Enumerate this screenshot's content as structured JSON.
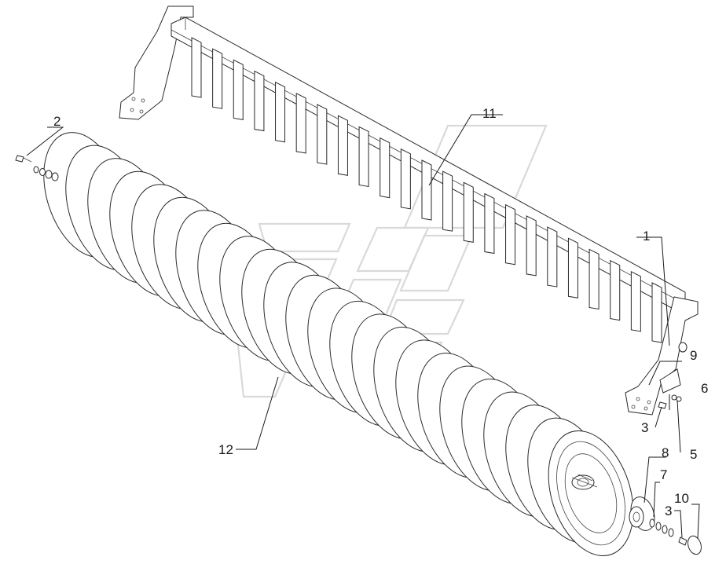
{
  "callouts": {
    "c1": "1",
    "c2": "2",
    "c3a": "3",
    "c3b": "3",
    "c5": "5",
    "c6": "6",
    "c7": "7",
    "c8": "8",
    "c9": "9",
    "c10": "10",
    "c11": "11",
    "c12": "12"
  },
  "colors": {
    "line": "#1a1a1a",
    "watermark": "#d9d9d9",
    "background": "#ffffff"
  }
}
